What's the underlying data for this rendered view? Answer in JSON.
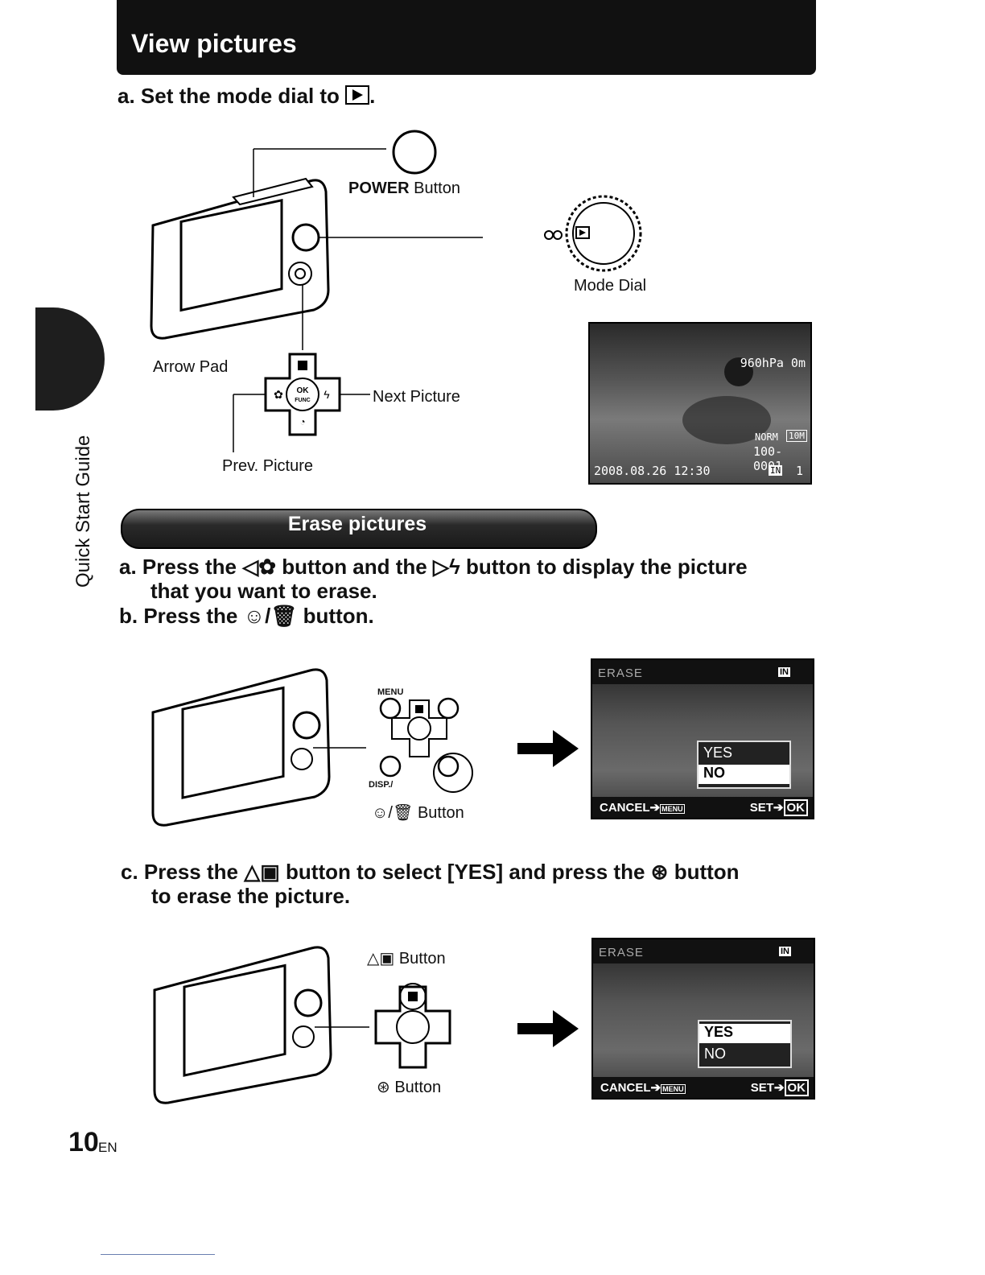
{
  "header": {
    "title": "View pictures"
  },
  "side_tab": {
    "label": "Quick Start Guide"
  },
  "view": {
    "step_a": "a. Set the mode dial to",
    "step_a_end": ".",
    "power_label_bold": "POWER",
    "power_label_rest": " Button",
    "mode_dial_label": "Mode Dial",
    "arrow_pad_label": "Arrow Pad",
    "next_picture_label": "Next Picture",
    "prev_picture_label": "Prev. Picture",
    "ok_text": "OK",
    "func_text": "FUNC",
    "screen": {
      "pressure": "960hPa 0m",
      "quality": "NORM",
      "size": "10M",
      "file": "100-0001",
      "datetime": "2008.08.26 12:30",
      "memory": "IN",
      "count": "1"
    }
  },
  "erase": {
    "title": "Erase pictures",
    "step_a_1": "a. Press the",
    "step_a_2": "button and the",
    "step_a_3": "button to display the picture",
    "step_a_4": "that you want to erase.",
    "step_b_1": "b. Press the",
    "step_b_2": "button.",
    "menu_label": "MENU",
    "disp_label": "DISP./",
    "erase_button_label": "Button",
    "step_c_1": "c. Press the",
    "step_c_2": "button to select [YES] and press the",
    "step_c_3": "button",
    "step_c_4": "to erase the picture.",
    "up_button_label": "Button",
    "ok_button_label": "Button",
    "screen": {
      "title": "ERASE",
      "memory": "IN",
      "yes": "YES",
      "no": "NO",
      "cancel": "CANCEL",
      "menu": "MENU",
      "set": "SET",
      "ok": "OK"
    }
  },
  "footer": {
    "page_number": "10",
    "lang": "EN"
  }
}
